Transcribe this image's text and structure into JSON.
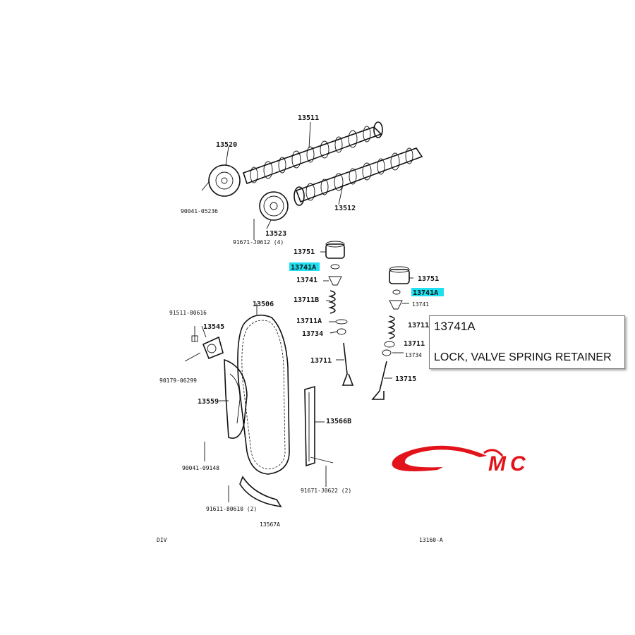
{
  "tooltip": {
    "code": "13741A",
    "description": "LOCK, VALVE SPRING RETAINER"
  },
  "highlight_color": "#1ee0f0",
  "logo": {
    "text": "MC",
    "color": "#e2131a"
  },
  "labels": {
    "camshaft_1": "13511",
    "cam_gear": "13520",
    "bolt_cam": "90041-05236",
    "camshaft_2": "13512",
    "sprocket": "13523",
    "bolt_sprocket": "91671-J0612 (4)",
    "lifter_left": "13751",
    "lock_left": "13741A",
    "retainer_left": "13741",
    "spring_left": "13711B",
    "seat_left": "13711A",
    "seal_left": "13734",
    "valve_left": "13711",
    "lifter_right": "13751",
    "lock_right": "13741A",
    "retainer_right": "13741",
    "spring_right": "13711",
    "seat_right": "13711",
    "seal_right": "13734",
    "valve_right": "13715",
    "chain": "13506",
    "bolt_tensioner": "91511-80616",
    "tensioner": "13545",
    "bolt_tensioner_2": "90179-06299",
    "slipper": "13559",
    "bolt_slipper": "90041-09148",
    "bolt_guide_lower": "91611-80610 (2)",
    "guide_lower": "13567A",
    "guide_right": "13566B",
    "bolt_guide_right": "91671-J0622 (2)",
    "corner_left": "DIV",
    "corner_right": "13160-A"
  }
}
